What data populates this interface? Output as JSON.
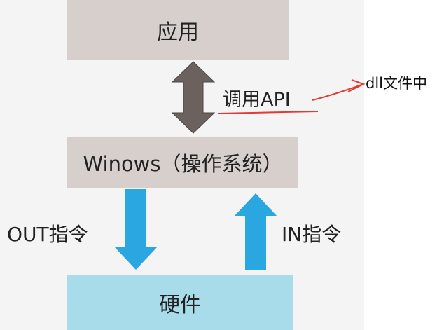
{
  "diagram": {
    "app_box": "应用",
    "os_box": "Winows（操作系统）",
    "hardware_box": "硬件",
    "api_label": "调用API",
    "out_label": "OUT指令",
    "in_label": "IN指令",
    "annotation": "dll文件中"
  },
  "colors": {
    "box_gray": "#d6cfcc",
    "box_blue": "#a9dcea",
    "arrow_gray": "#6b625e",
    "arrow_blue": "#2aa6e0",
    "annotation_red": "#e53935"
  }
}
